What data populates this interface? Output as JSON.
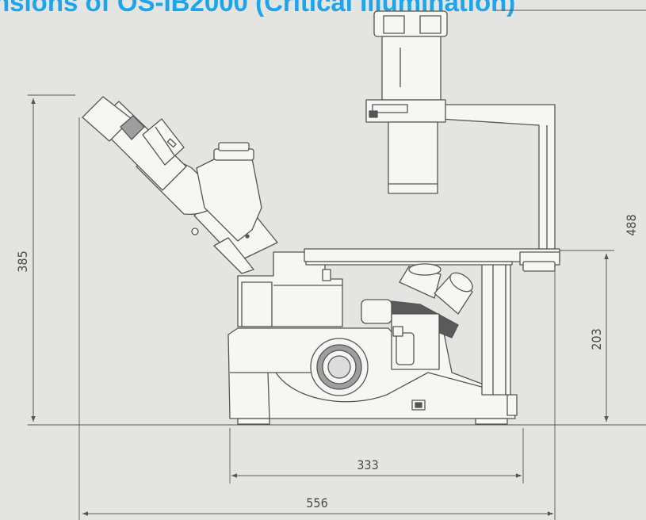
{
  "title": "nsions of OS-IB2000 (Critical Illumination)",
  "dimensions": {
    "total_height": "385",
    "column_height": "488",
    "stage_height": "203",
    "base_width": "333",
    "total_width": "556"
  },
  "colors": {
    "title": "#1aa5f0",
    "background": "#e4e4e2",
    "line": "#555555",
    "body_fill": "#f6f6f4"
  }
}
